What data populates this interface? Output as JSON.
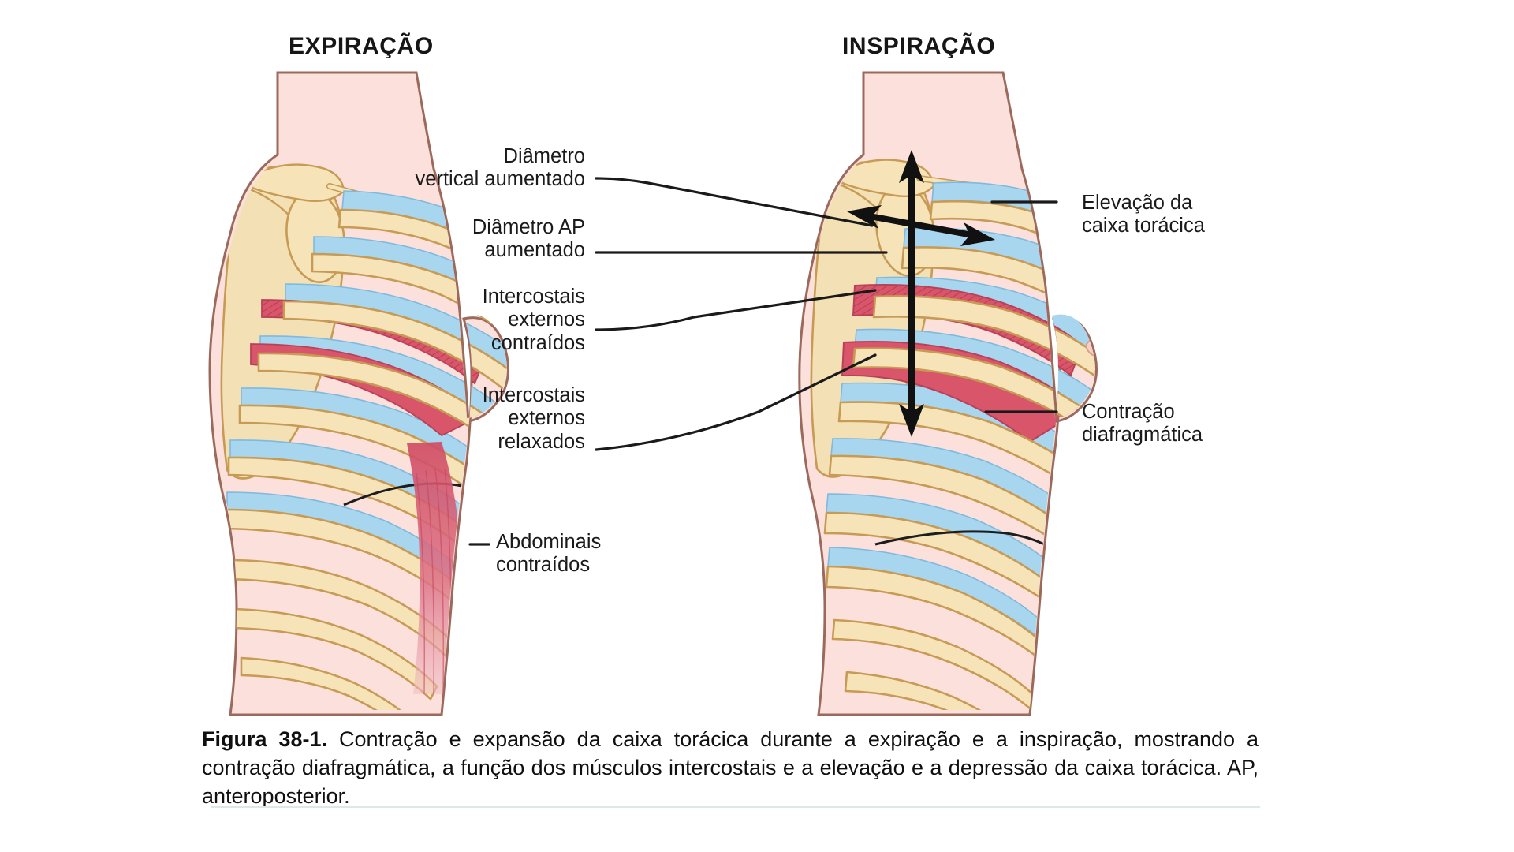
{
  "figure": {
    "id": "Figura 38-1.",
    "caption_text": " Contração e expansão da caixa torácica durante a expiração e a inspiração, mostrando a contração diafragmática, a função dos músculos intercostais e a elevação e a depressão da caixa torácica. AP, anteroposterior.",
    "caption_full": "Figura 38-1. Contração e expansão da caixa torácica durante a expiração e a inspiração, mostrando a contração diafragmática, a função dos músculos intercostais e a elevação e a depressão da caixa torácica. AP, anteroposterior."
  },
  "headers": {
    "left": "EXPIRAÇÃO",
    "right": "INSPIRAÇÃO"
  },
  "annotations": {
    "vertical_diameter": "Diâmetro\nvertical aumentado",
    "ap_diameter": "Diâmetro AP\naumentado",
    "intercostals_contracted": "Intercostais\nexternos\ncontraídos",
    "intercostals_relaxed": "Intercostais\nexternos\nrelaxados",
    "abdominals_contracted": "Abdominais\ncontraídos",
    "ribcage_elevation": "Elevação da\ncaixa torácica",
    "diaphragm_contraction": "Contração\ndiafragmática"
  },
  "colors": {
    "skin": "#fbe0db",
    "skin_outline": "#9c6a5c",
    "bone": "#f6e3b8",
    "bone_outline": "#c79a55",
    "scapula": "#f3e0b4",
    "intercostal_blue": "#a8d6ef",
    "muscle_red": "#d9556a",
    "muscle_red_light": "#e28a97",
    "abdominal_red": "#d8566c",
    "arrow_black": "#111111",
    "leader_line": "#1a1a1a",
    "rule": "#dfe7e9",
    "background": "#ffffff"
  },
  "art": {
    "left_figure_label": "expiration-body-diagram",
    "right_figure_label": "inspiration-body-diagram",
    "arrows": [
      {
        "name": "vertical-diameter-arrow",
        "orientation": "vertical",
        "double_headed": true
      },
      {
        "name": "ap-diameter-arrow",
        "orientation": "horizontal",
        "double_headed": true
      }
    ]
  }
}
